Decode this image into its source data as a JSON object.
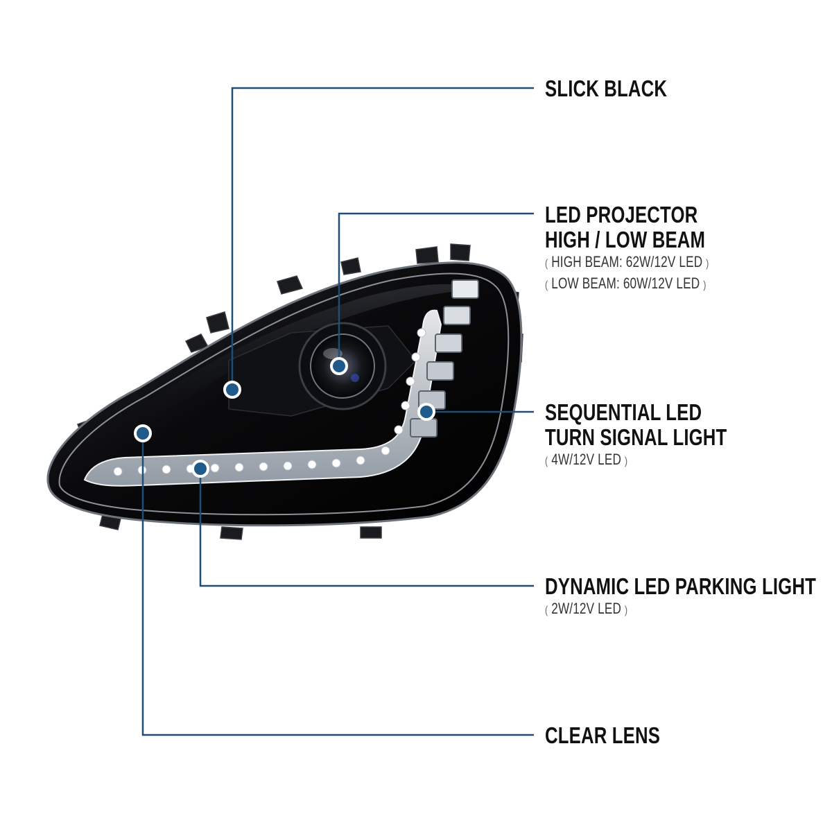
{
  "colors": {
    "leader_line": "#1c4e78",
    "dot_fill": "#1f5a8a",
    "dot_ring": "#ffffff",
    "headlight_body": "#0b0b0d",
    "lens_edge": "#9aa0a6",
    "led_strip": "#d7dbe0"
  },
  "callouts": {
    "slick_black": {
      "title": "SLICK BLACK"
    },
    "projector": {
      "title_line1": "LED PROJECTOR",
      "title_line2": "HIGH / LOW BEAM",
      "spec_high": "HIGH BEAM: 62W/12V LED",
      "spec_low": "LOW BEAM: 60W/12V LED"
    },
    "turn_signal": {
      "title_line1": "SEQUENTIAL LED",
      "title_line2": "TURN SIGNAL LIGHT",
      "spec": "4W/12V LED"
    },
    "parking": {
      "title": "DYNAMIC LED PARKING LIGHT",
      "spec": "2W/12V LED"
    },
    "clear_lens": {
      "title": "CLEAR LENS"
    }
  },
  "paren_open": "(",
  "paren_close": ")",
  "icons": {
    "headlight": "headlight-assembly-illustration",
    "callout_dot": "callout-dot-icon"
  }
}
